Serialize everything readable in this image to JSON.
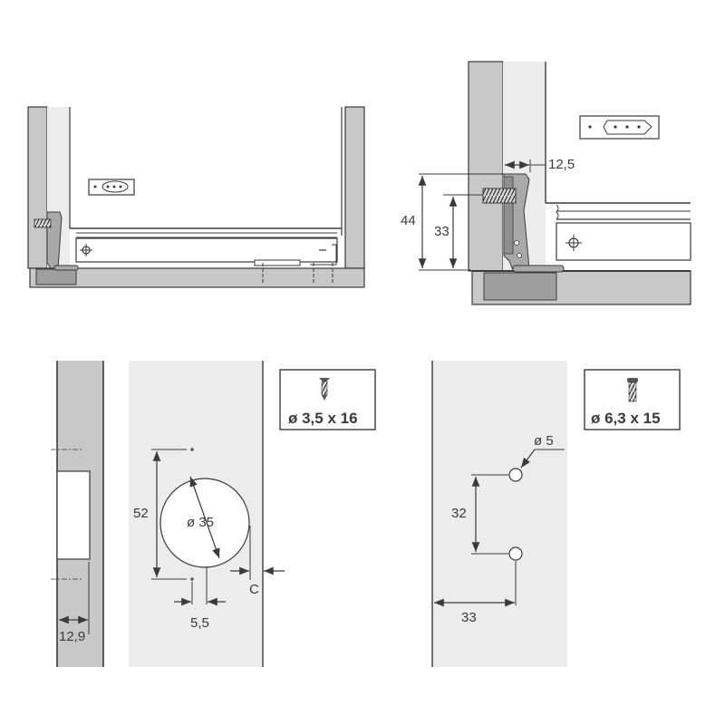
{
  "colors": {
    "panel_dark": "#c8c8c8",
    "panel_light": "#ececec",
    "panel_mid": "#bdbdbd",
    "hinge": "#a9a9a9",
    "cup": "#9e9e9e",
    "line": "#3a3a3a",
    "background": "#ffffff"
  },
  "top_left_view": {
    "name": "cabinet-front-view",
    "marking_label": "marking-plate"
  },
  "top_right_view": {
    "name": "hinge-side-detail",
    "dims": {
      "gap": "12,5",
      "height_total": "44",
      "height_screw": "33"
    }
  },
  "bottom_left_view": {
    "name": "door-drilling-pattern",
    "dims": {
      "edge_offset": "12,9",
      "hole_spacing": "52",
      "cup_diameter": "ø 35",
      "offset": "5,5",
      "distance_c": "C"
    },
    "screw_box": {
      "label": "ø 3,5 x 16",
      "icon": "wood-screw-icon"
    }
  },
  "bottom_right_view": {
    "name": "mounting-plate-drilling",
    "dims": {
      "hole_diameter": "ø 5",
      "hole_spacing": "32",
      "edge_distance": "33"
    },
    "screw_box": {
      "label": "ø 6,3 x 15",
      "icon": "euro-screw-icon"
    }
  }
}
